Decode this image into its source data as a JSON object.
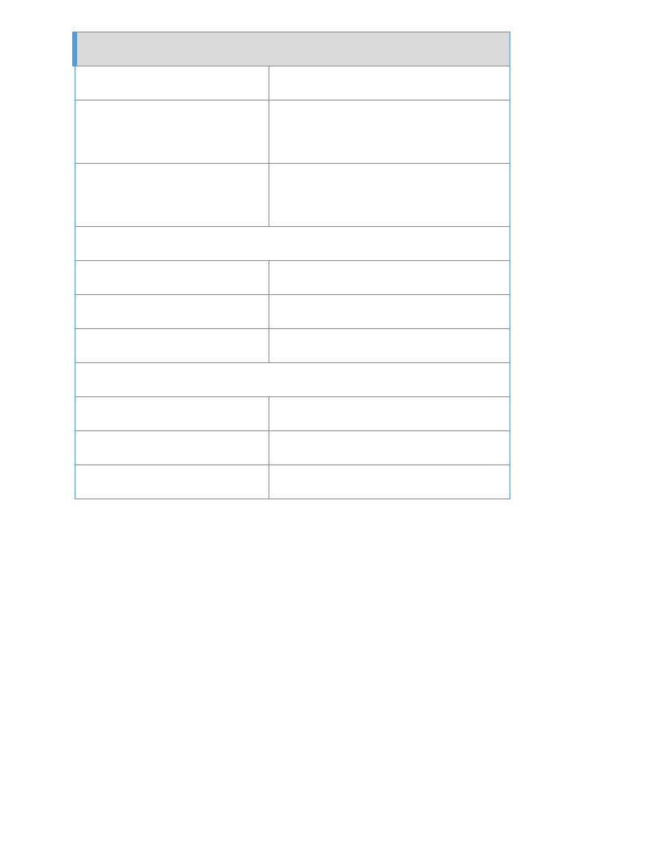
{
  "colors": {
    "border": "#5b9bd5",
    "header_fill": "#d9d9d9",
    "page_background": "#ffffff"
  },
  "table": {
    "header": "",
    "rows": [
      {
        "kind": "pair",
        "label": "",
        "value": ""
      },
      {
        "kind": "pair-tall",
        "label": "",
        "value": ""
      },
      {
        "kind": "pair-tall",
        "label": "",
        "value": ""
      },
      {
        "kind": "section",
        "label": ""
      },
      {
        "kind": "pair",
        "label": "",
        "value": ""
      },
      {
        "kind": "pair",
        "label": "",
        "value": ""
      },
      {
        "kind": "pair",
        "label": "",
        "value": ""
      },
      {
        "kind": "section",
        "label": ""
      },
      {
        "kind": "pair",
        "label": "",
        "value": ""
      },
      {
        "kind": "pair",
        "label": "",
        "value": ""
      },
      {
        "kind": "pair",
        "label": "",
        "value": ""
      }
    ]
  }
}
